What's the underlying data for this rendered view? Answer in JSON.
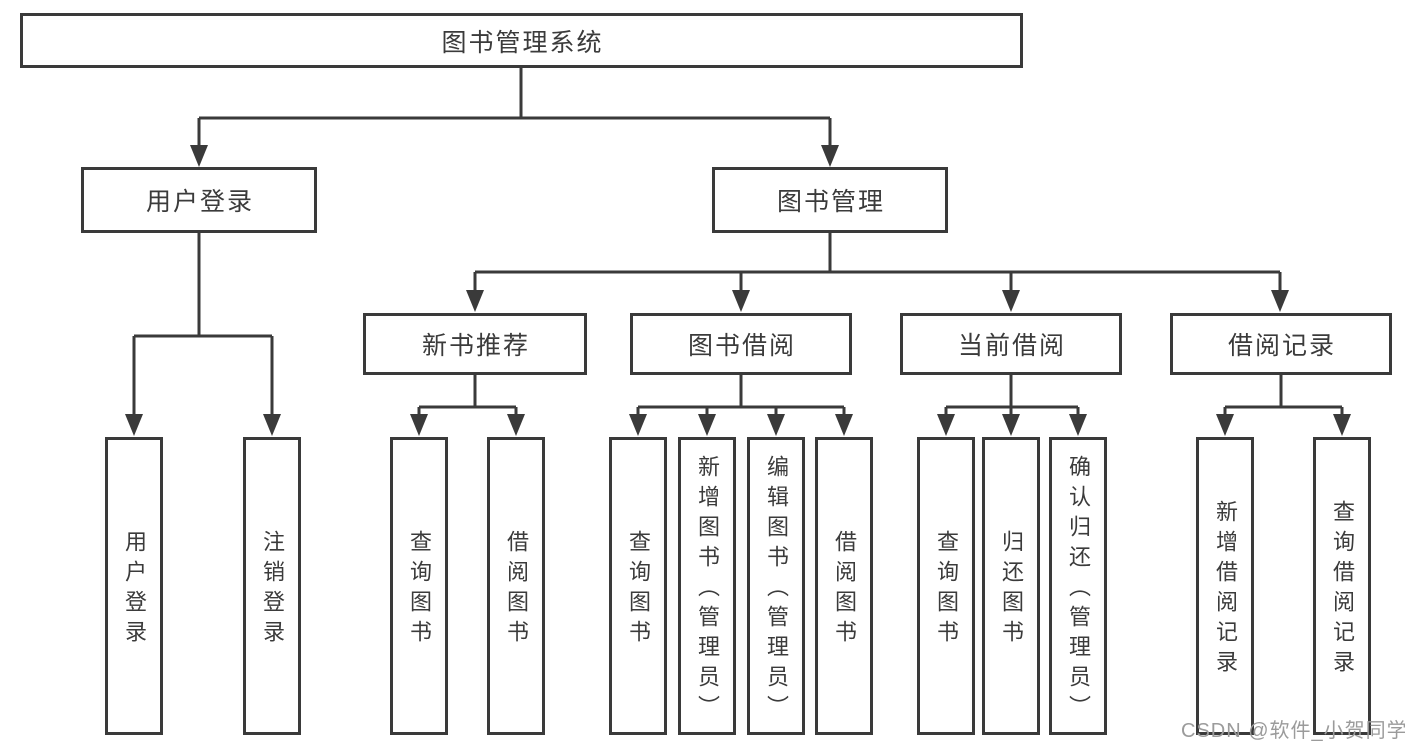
{
  "diagram": {
    "root": {
      "label": "图书管理系统"
    },
    "level2": [
      {
        "label": "用户登录"
      },
      {
        "label": "图书管理"
      }
    ],
    "level3": [
      {
        "label": "新书推荐"
      },
      {
        "label": "图书借阅"
      },
      {
        "label": "当前借阅"
      },
      {
        "label": "借阅记录"
      }
    ],
    "leaves": {
      "user_login": [
        {
          "label": "用户登录"
        },
        {
          "label": "注销登录"
        }
      ],
      "new_book": [
        {
          "label": "查询图书"
        },
        {
          "label": "借阅图书"
        }
      ],
      "book_borrow": [
        {
          "label": "查询图书"
        },
        {
          "label": "新增图书（管理员）"
        },
        {
          "label": "编辑图书（管理员）"
        },
        {
          "label": "借阅图书"
        }
      ],
      "current_borrow": [
        {
          "label": "查询图书"
        },
        {
          "label": "归还图书"
        },
        {
          "label": "确认归还（管理员）"
        }
      ],
      "borrow_records": [
        {
          "label": "新增借阅记录"
        },
        {
          "label": "查询借阅记录"
        }
      ]
    }
  },
  "watermark": "CSDN @软件_小贺同学",
  "colors": {
    "line": "#3a3a3a",
    "text": "#3b3b3b",
    "background": "#ffffff",
    "watermark": "#9b9b9b"
  }
}
